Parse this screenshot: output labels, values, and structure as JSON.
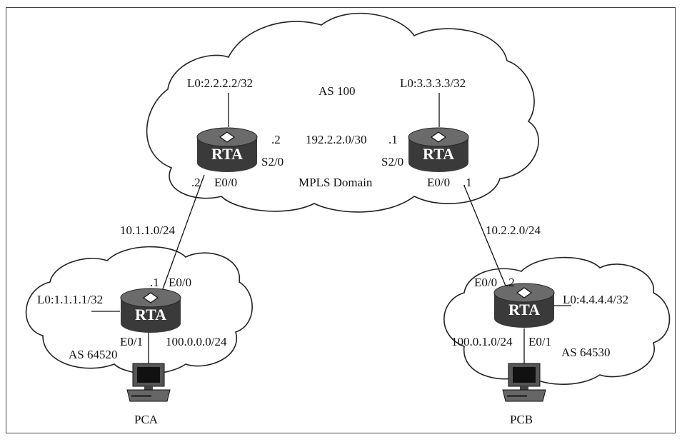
{
  "mpls_cloud": {
    "as_label": "AS 100",
    "domain_label": "MPLS Domain"
  },
  "left_cloud": {
    "as_label": "AS 64520"
  },
  "right_cloud": {
    "as_label": "AS 64530"
  },
  "routers": {
    "pe1": {
      "name": "RTA",
      "loopback": "L0:2.2.2.2/32",
      "serial_label": "S2/0",
      "serial_ip": ".2",
      "eth_label": "E0/0",
      "eth_ip": ".2"
    },
    "pe2": {
      "name": "RTA",
      "loopback": "L0:3.3.3.3/32",
      "serial_label": "S2/0",
      "serial_ip": ".1",
      "eth_label": "E0/0",
      "eth_ip": ".1"
    },
    "ce1": {
      "name": "RTA",
      "loopback": "L0:1.1.1.1/32",
      "eth0_label": "E0/0",
      "eth0_ip": ".1",
      "eth1_label": "E0/1"
    },
    "ce2": {
      "name": "RTA",
      "loopback": "L0:4.4.4.4/32",
      "eth0_label": "E0/0",
      "eth0_ip": ".2",
      "eth1_label": "E0/1"
    }
  },
  "networks": {
    "core_link": "192.2.2.0/30",
    "left_pe_ce": "10.1.1.0/24",
    "right_pe_ce": "10.2.2.0/24",
    "left_lan": "100.0.0.0/24",
    "right_lan": "100.0.1.0/24"
  },
  "hosts": {
    "pca": "PCA",
    "pcb": "PCB"
  },
  "icons": {
    "router": "router-icon",
    "pc": "pc-icon"
  }
}
